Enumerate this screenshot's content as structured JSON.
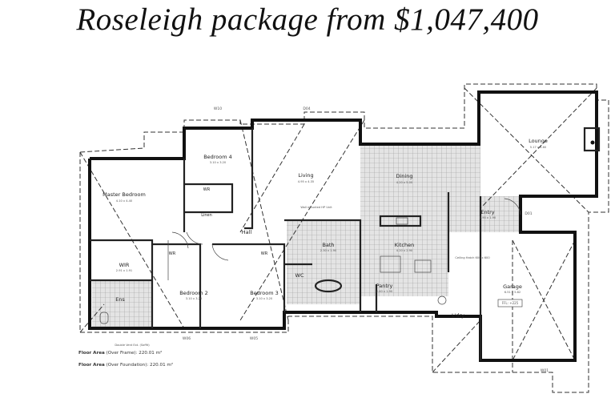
{
  "title": "Roseleigh package from $1,047,400",
  "rooms": {
    "master_bedroom": {
      "label": "Master Bedroom",
      "dim": "4.10 x 4.40"
    },
    "bedroom4": {
      "label": "Bedroom 4",
      "dim": "3.10 x 3.20"
    },
    "living": {
      "label": "Living",
      "dim": "4.95 x 4.35"
    },
    "dining": {
      "label": "Dining",
      "dim": "4.20 x 5.00"
    },
    "lounge": {
      "label": "Lounge",
      "dim": "5.17 x 4.60"
    },
    "entry": {
      "label": "Entry",
      "dim": "1.90 x 1.90"
    },
    "kitchen": {
      "label": "Kitchen",
      "dim": "4.20 x 2.90"
    },
    "bath": {
      "label": "Bath",
      "dim": "2.30 x 1.90"
    },
    "wc": {
      "label": "WC"
    },
    "pantry": {
      "label": "Pantry",
      "dim": "2.40 x 1.90"
    },
    "garage": {
      "label": "Garage",
      "dim": "6.51 x 5.82"
    },
    "laundry": {
      "label": "L'dry"
    },
    "bedroom2": {
      "label": "Bedroom 2",
      "dim": "3.10 x 3.20"
    },
    "bedroom3": {
      "label": "Bedroom 3",
      "dim": "3.10 x 3.20"
    },
    "wir": {
      "label": "WIR",
      "dim": "2.91 x 1.91"
    },
    "ensuite": {
      "label": "Ens"
    },
    "hall": {
      "label": "Hall"
    },
    "wr_bed4": {
      "label": "WR"
    },
    "linen": {
      "label": "Linen"
    },
    "wr_bed2": {
      "label": "WR"
    },
    "wr_bed3": {
      "label": "WR"
    }
  },
  "annotations": {
    "ffl": "FFL: +225",
    "ceiling_hatch": "Ceiling Hatch 600 x 600",
    "heat_pump": "Wall mounted HP Unit",
    "double_vent": "Double Vent Ext. (Soffit)",
    "windows": {
      "w06": "W06",
      "w05": "W05",
      "w10": "W10",
      "d04": "D04",
      "w01": "W01",
      "d01": "D01"
    }
  },
  "floor_area": {
    "frame_label": "Floor Area",
    "frame_note": "(Over Frame): 220.01 m²",
    "foundation_label": "Floor Area",
    "foundation_note": "(Over Foundation): 220.01 m²"
  }
}
